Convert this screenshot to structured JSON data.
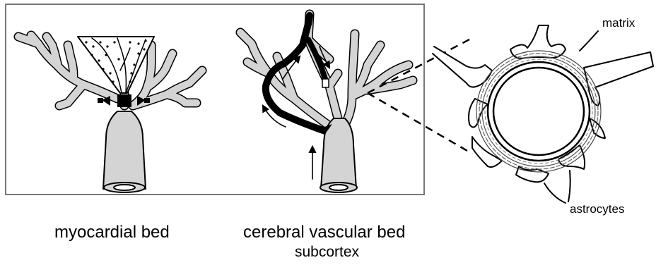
{
  "labels": {
    "myocardial": "myocardial bed",
    "cerebral": "cerebral vascular bed",
    "subcortex": "subcortex",
    "matrix": "matrix",
    "astrocytes": "astrocytes"
  },
  "colors": {
    "vessel_fill": "#d4d4d4",
    "ink": "#000000",
    "panel_border": "#777777",
    "background": "#ffffff"
  }
}
